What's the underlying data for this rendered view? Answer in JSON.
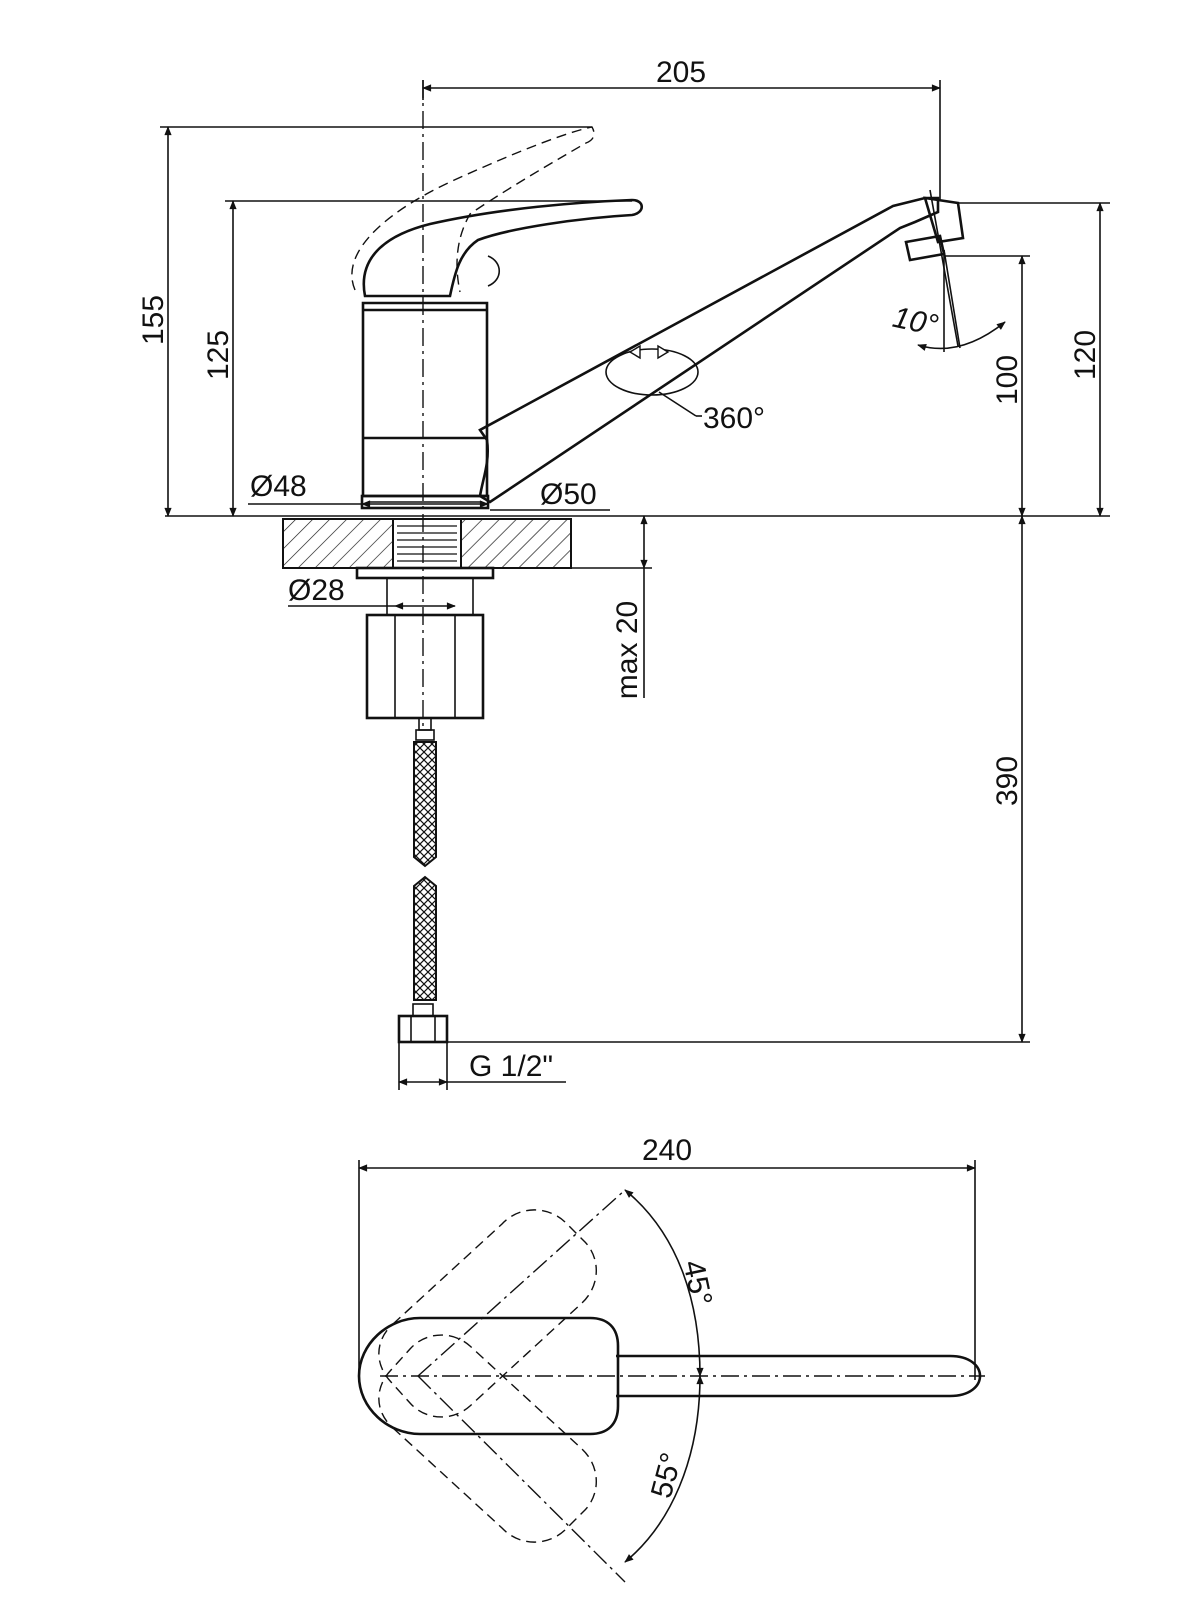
{
  "side_view": {
    "dim_spout_reach": "205",
    "dim_total_height": "155",
    "dim_lever_height": "125",
    "dim_spout_height": "120",
    "dim_outlet_height": "100",
    "dim_swivel": "360°",
    "dim_tilt": "10°",
    "dim_base_dia": "Ø48",
    "dim_flange_dia": "Ø50",
    "dim_mount_dia": "Ø28",
    "dim_max_deck": "max 20",
    "dim_hose_length": "390",
    "dim_thread": "G 1/2\""
  },
  "top_view": {
    "dim_length": "240",
    "dim_angle_up": "45°",
    "dim_angle_down": "55°"
  }
}
